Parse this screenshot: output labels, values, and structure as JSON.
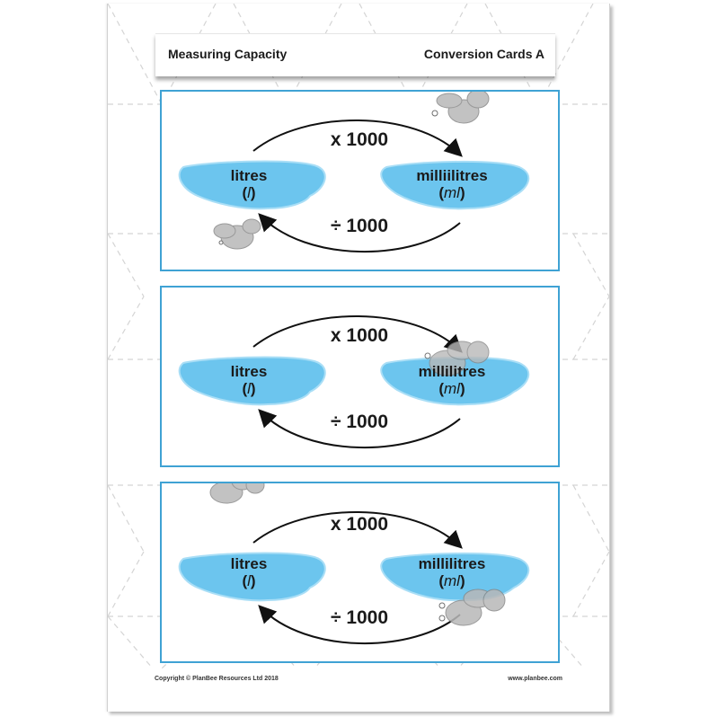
{
  "header": {
    "title": "Measuring Capacity",
    "subtitle": "Conversion Cards A"
  },
  "cards": [
    {
      "multiply": "x 1000",
      "divide": "÷ 1000",
      "from_unit": "litres",
      "from_abbr": "l",
      "to_unit": "milliilitres",
      "to_abbr": "ml"
    },
    {
      "multiply": "x 1000",
      "divide": "÷ 1000",
      "from_unit": "litres",
      "from_abbr": "l",
      "to_unit": "millilitres",
      "to_abbr": "ml"
    },
    {
      "multiply": "x 1000",
      "divide": "÷ 1000",
      "from_unit": "litres",
      "from_abbr": "l",
      "to_unit": "millilitres",
      "to_abbr": "ml"
    }
  ],
  "footer": {
    "copyright": "Copyright © PlanBee Resources Ltd 2018",
    "website": "www.planbee.com"
  },
  "colors": {
    "card_border": "#3fa2d4",
    "water": "#6cc5ee",
    "water_light": "#a9def6",
    "bee": "#b8b8b8"
  }
}
